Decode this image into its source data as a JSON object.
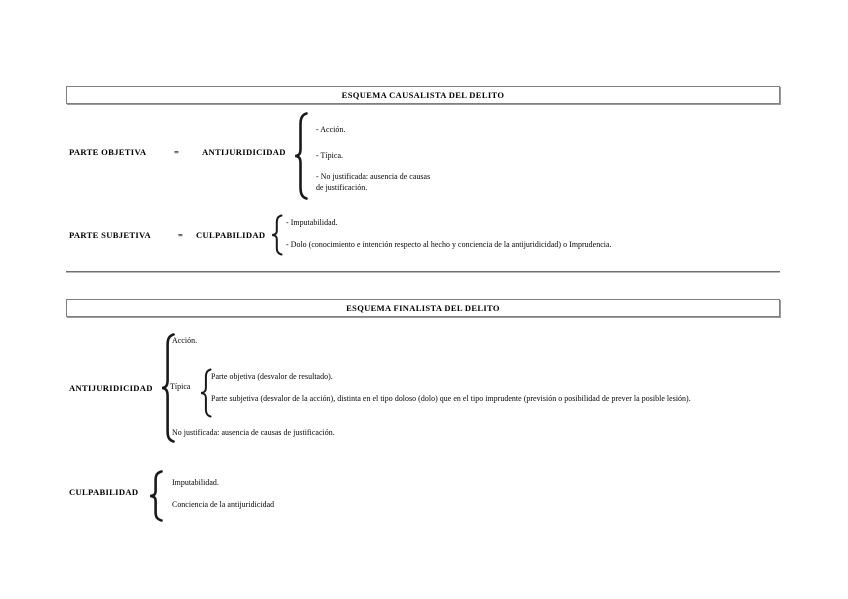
{
  "document": {
    "sections": [
      {
        "id": "causalista",
        "title": "ESQUEMA CAUSALISTA DEL DELITO",
        "rows": [
          {
            "left_label": "PARTE OBJETIVA",
            "equals": "=",
            "right_label": "ANTIJURIDICIDAD",
            "items": [
              "- Acción.",
              "- Típica.",
              "- No justificada: ausencia de causas de justificación."
            ]
          },
          {
            "left_label": "PARTE SUBJETIVA",
            "equals": "=",
            "right_label": "CULPABILIDAD",
            "items": [
              "- Imputabilidad.",
              "- Dolo (conocimiento e intención respecto al hecho y conciencia de la antijuridicidad) o Imprudencia."
            ]
          }
        ]
      },
      {
        "id": "finalista",
        "title": "ESQUEMA  FINALISTA DEL DELITO",
        "groups": [
          {
            "label": "ANTIJURIDICIDAD",
            "items": [
              "Acción.",
              "No justificada: ausencia de causas de justificación."
            ],
            "subgroup": {
              "label": "Típica",
              "items": [
                "Parte objetiva (desvalor de resultado).",
                "Parte subjetiva (desvalor de la acción), distinta en el tipo doloso (dolo) que en el tipo imprudente (previsión o posibilidad de prever la posible lesión)."
              ]
            }
          },
          {
            "label": "CULPABILIDAD",
            "items": [
              "Imputabilidad.",
              "Conciencia de la antijuridicidad"
            ]
          }
        ]
      }
    ]
  },
  "text": {
    "causalista_title": "ESQUEMA CAUSALISTA DEL DELITO",
    "finalista_title": "ESQUEMA  FINALISTA DEL DELITO",
    "parte_objetiva": "PARTE OBJETIVA",
    "eq1": "=",
    "antijuridicidad1": "ANTIJURIDICIDAD",
    "item_accion": "- Acción.",
    "item_tipica": "- Típica.",
    "item_nojust_l1": "- No justificada: ausencia de causas",
    "item_nojust_l2": "de justificación.",
    "parte_subjetiva": "PARTE SUBJETIVA",
    "eq2": "=",
    "culpabilidad1": "CULPABILIDAD",
    "item_imputabilidad": "- Imputabilidad.",
    "item_dolo": "- Dolo (conocimiento e intención respecto al hecho y conciencia de la antijuridicidad) o Imprudencia.",
    "antijuridicidad2": "ANTIJURIDICIDAD",
    "f_accion": "Acción.",
    "f_tipica": "Típica",
    "f_parte_objetiva": "Parte objetiva (desvalor de resultado).",
    "f_parte_subjetiva": "Parte subjetiva (desvalor de la acción), distinta en el tipo doloso (dolo) que en el tipo imprudente (previsión o posibilidad de prever la posible lesión).",
    "f_nojustificada": "No justificada: ausencia de causas de justificación.",
    "culpabilidad2": "CULPABILIDAD",
    "f_imputabilidad": "Imputabilidad.",
    "f_conciencia": "Conciencia de la antijuridicidad"
  },
  "colors": {
    "text": "#000000",
    "rule": "#6e6e6e",
    "box_border": "#808080",
    "page_bg": "#ffffff"
  }
}
